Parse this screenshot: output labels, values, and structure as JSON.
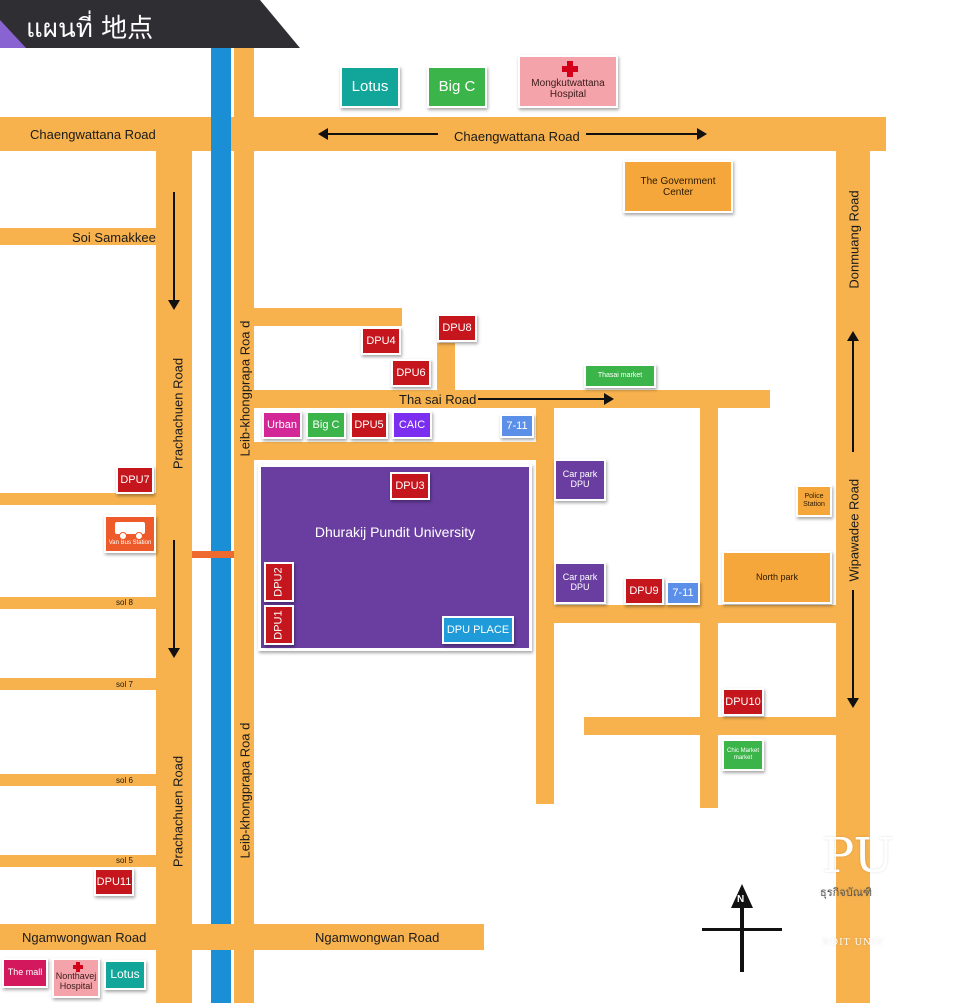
{
  "header": {
    "title": "แผนที่ 地点"
  },
  "roads": {
    "chaengwattana_left": "Chaengwattana Road",
    "chaengwattana_center": "Chaengwattana Road",
    "soi_samakkee": "Soi Samakkee",
    "prachachuen_upper": "Prachachuen Road",
    "prachachuen_lower": "Prachachuen Road",
    "leib_upper": "Leib-khongprapa Roa d",
    "leib_lower": "Leib-khongprapa Roa d",
    "thasai": "Tha sai Road",
    "donmuang": "Donmuang Road",
    "wipawadee": "Wipawadee Road",
    "ngamwongwan_left": "Ngamwongwan Road",
    "ngamwongwan_center": "Ngamwongwan Road",
    "sol8": "sol 8",
    "sol7": "sol 7",
    "sol6": "sol 6",
    "sol5": "sol 5"
  },
  "places": {
    "lotus_top": "Lotus",
    "bigc_top": "Big C",
    "mongkut_line1": "Mongkutwattana",
    "mongkut_line2": "Hospital",
    "government": "The Government Center",
    "dpu4": "DPU4",
    "dpu8": "DPU8",
    "dpu6": "DPU6",
    "thasai_market": "Thasai market",
    "urban": "Urban",
    "bigc_mid": "Big C",
    "dpu5": "DPU5",
    "caic": "CAIC",
    "seven_top": "7-11",
    "dpu3": "DPU3",
    "university": "Dhurakij Pundit University",
    "dpu2": "DPU2",
    "dpu1": "DPU1",
    "dpu_place": "DPU PLACE",
    "carpark1_line1": "Car park",
    "carpark1_line2": "DPU",
    "carpark2_line1": "Car park",
    "carpark2_line2": "DPU",
    "dpu9": "DPU9",
    "seven_mid": "7-11",
    "police_line1": "Police",
    "police_line2": "Station",
    "north_park": "North park",
    "dpu7": "DPU7",
    "van_station": "Van Bus Station",
    "dpu10": "DPU10",
    "chic_market": "Chic Market market",
    "dpu11": "DPU11",
    "the_mall": "The mall",
    "nonthavej_line1": "Nonthavej",
    "nonthavej_line2": "Hospital",
    "lotus_bottom": "Lotus"
  },
  "compass": {
    "north": "N"
  },
  "watermark": {
    "logo": "PU",
    "thai": "ธุรกิจบัณฑิ",
    "en": "NDIT UNIV"
  },
  "colors": {
    "road": "#f7b24d",
    "canal": "#1a8fd6",
    "dpu_red": "#c4161c",
    "university_purple": "#6a3ea1",
    "header_dark": "#2e2e33"
  }
}
